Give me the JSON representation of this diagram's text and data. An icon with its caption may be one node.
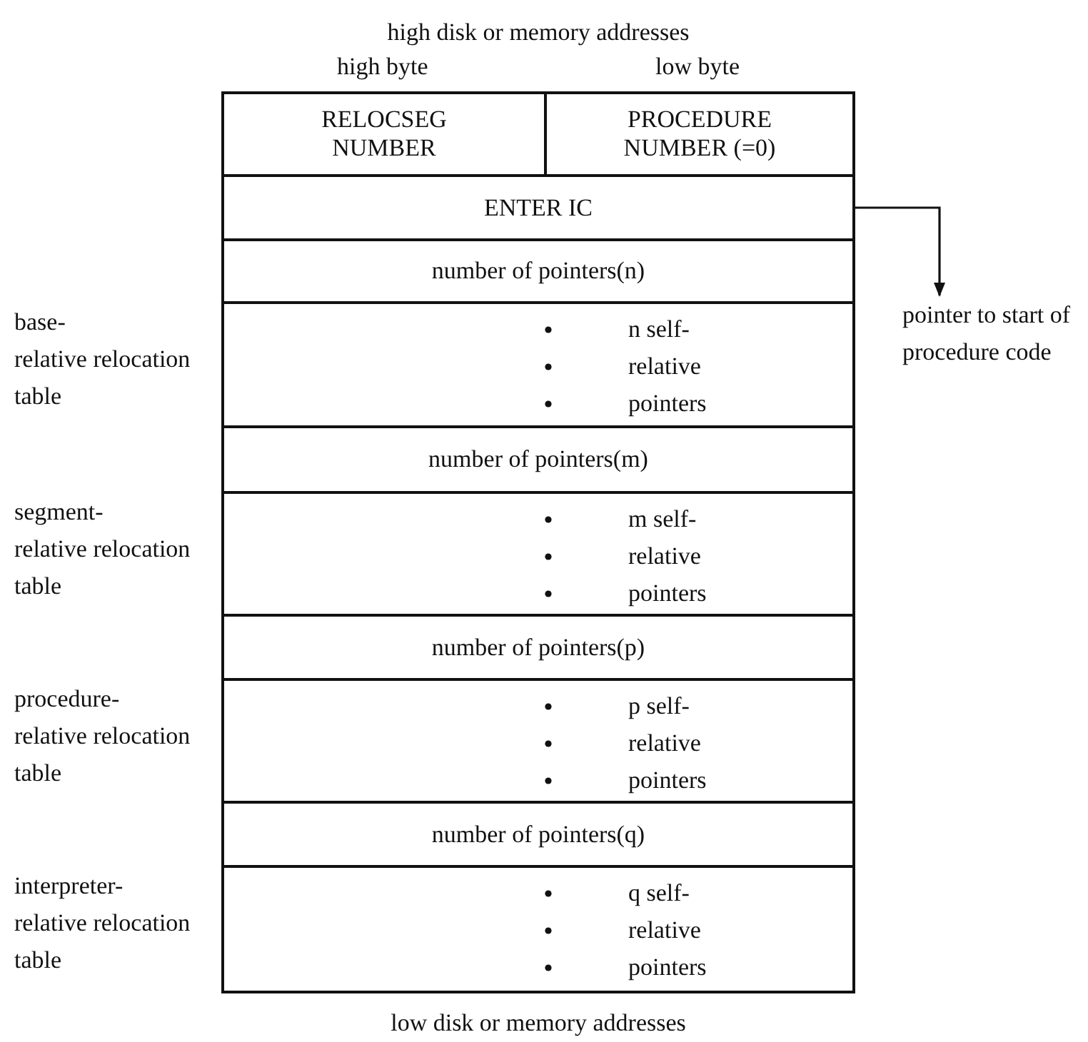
{
  "diagram": {
    "nodes": [
      {
        "text": [
          "RELOCSEG NUMBER"
        ]
      },
      {
        "text": [
          "PROCEDURE NUMBER (=0)"
        ]
      },
      {
        "text": [
          "ENTER IC"
        ]
      },
      {
        "text": [
          "pointer to start of procedure code"
        ]
      },
      {
        "text": [
          "number of pointers(n)"
        ]
      },
      {
        "text": [
          "n self- relative pointers"
        ],
        "beside": [
          "base- relative relocation table"
        ]
      },
      {
        "text": [
          "number of pointers(m)"
        ]
      },
      {
        "text": [
          "m self- relative pointers"
        ],
        "beside": [
          "segment- relative relocation table"
        ]
      },
      {
        "text": [
          "number of pointers(p)"
        ]
      },
      {
        "text": [
          "p self- relative pointers"
        ],
        "beside": [
          "procedure- relative relocation table"
        ]
      },
      {
        "text": [
          "number of pointers(q)"
        ]
      },
      {
        "text": [
          "q self- relative pointers"
        ],
        "beside": [
          "interpreter- relative relocation table"
        ]
      }
    ],
    "edges": [
      {
        "from": 2,
        "to": 3,
        "arrow": "to"
      }
    ],
    "labels": [
      "high disk or memory addresses",
      "high byte",
      "low byte",
      "low disk or memory addresses"
    ]
  }
}
